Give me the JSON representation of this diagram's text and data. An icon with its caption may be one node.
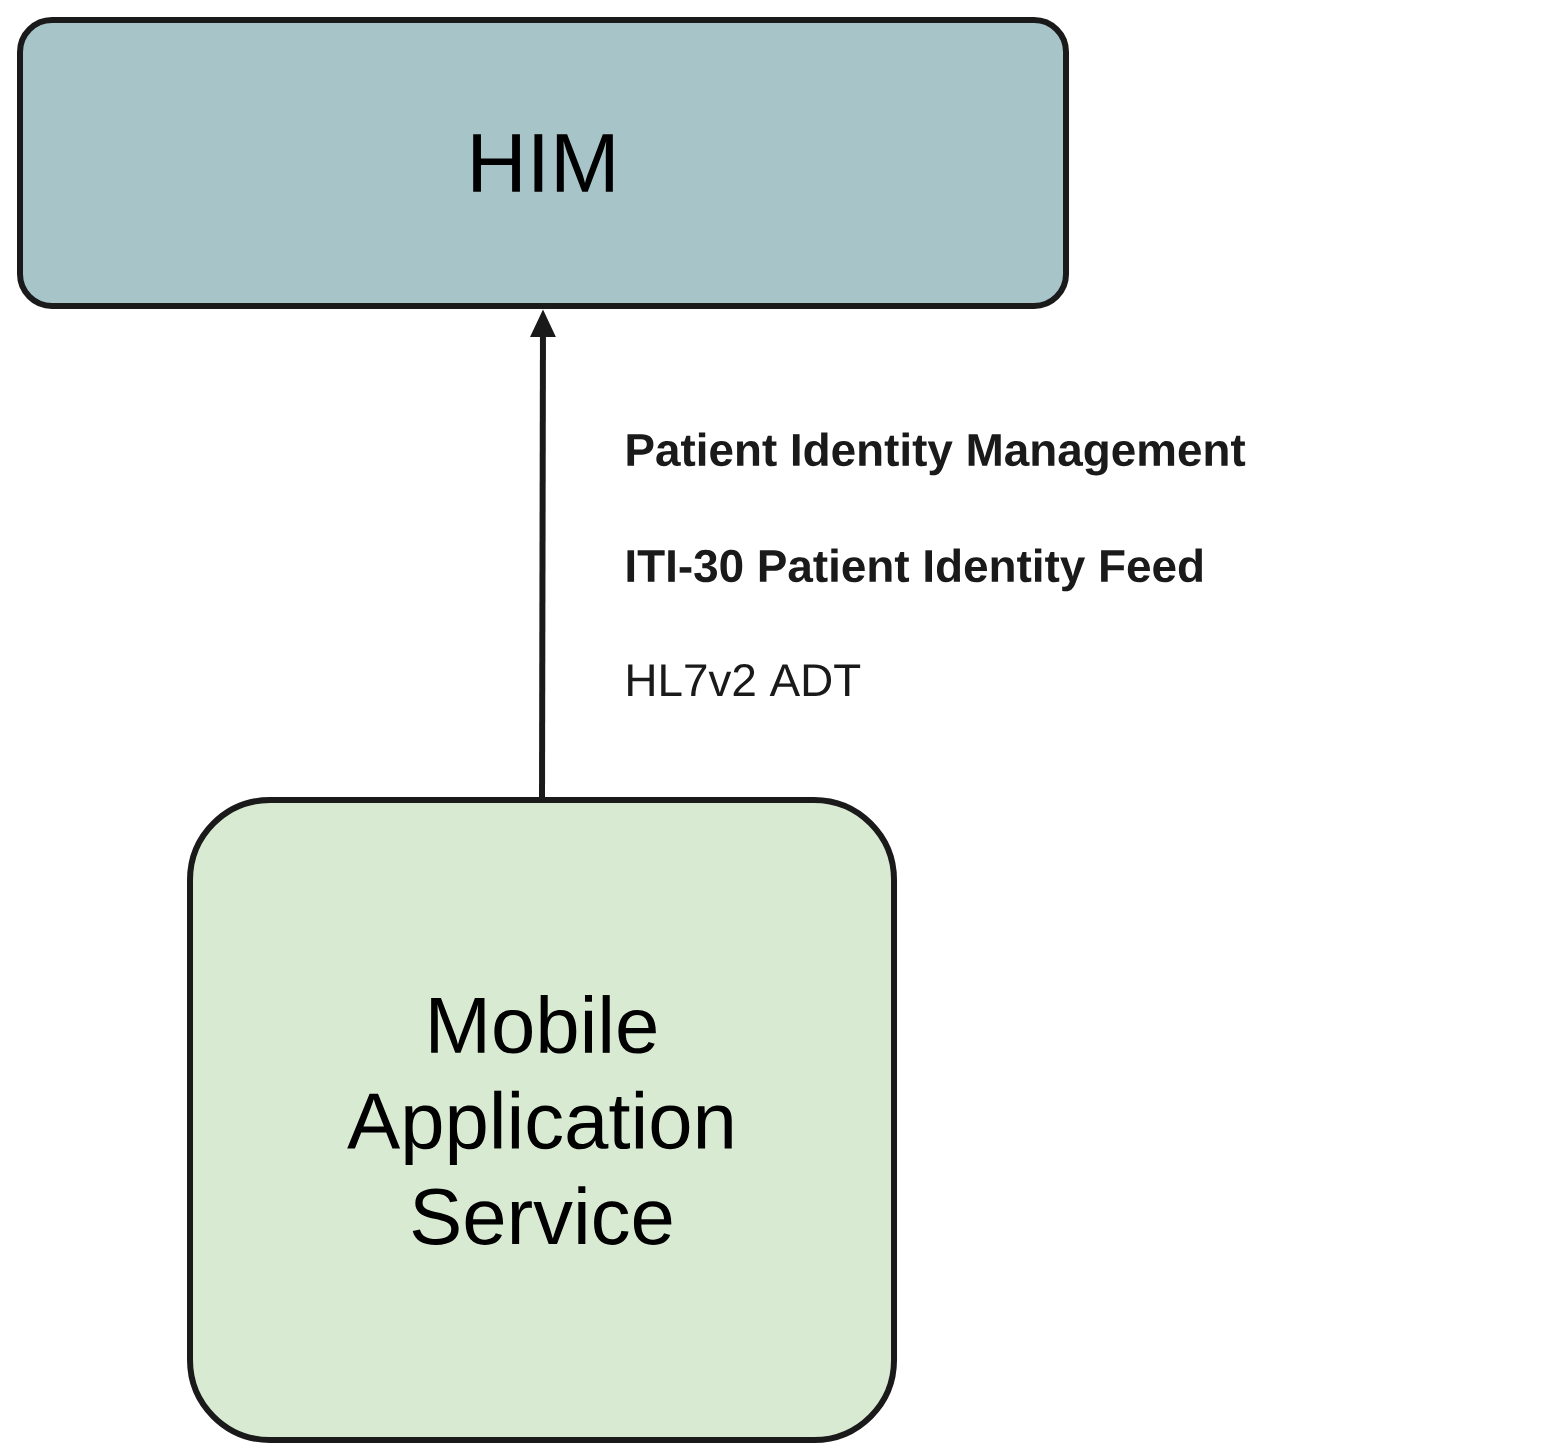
{
  "diagram": {
    "nodes": [
      {
        "text": [
          "HIM"
        ]
      },
      {
        "text": [
          "Mobile Application Service"
        ]
      }
    ],
    "edges": [
      {
        "from": 1,
        "to": 0,
        "arrow": "to"
      }
    ],
    "labels": [
      "Patient Identity Management",
      "ITI-30 Patient Identity Feed",
      "HL7v2 ADT"
    ]
  }
}
